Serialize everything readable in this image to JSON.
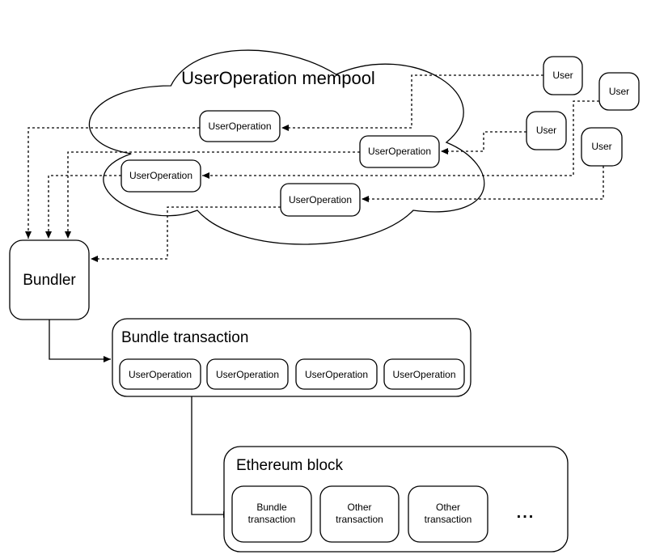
{
  "diagram": {
    "cloud_title": "UserOperation mempool",
    "mempool_ops": [
      "UserOperation",
      "UserOperation",
      "UserOperation",
      "UserOperation"
    ],
    "users": [
      "User",
      "User",
      "User",
      "User"
    ],
    "bundler_label": "Bundler",
    "bundle_tx": {
      "title": "Bundle transaction",
      "ops": [
        "UserOperation",
        "UserOperation",
        "UserOperation",
        "UserOperation"
      ]
    },
    "eth_block": {
      "title": "Ethereum block",
      "boxes": [
        {
          "line1": "Bundle",
          "line2": "transaction"
        },
        {
          "line1": "Other",
          "line2": "transaction"
        },
        {
          "line1": "Other",
          "line2": "transaction"
        }
      ],
      "ellipsis": "..."
    },
    "colors": {
      "stroke": "#000000",
      "fill": "#ffffff"
    }
  }
}
